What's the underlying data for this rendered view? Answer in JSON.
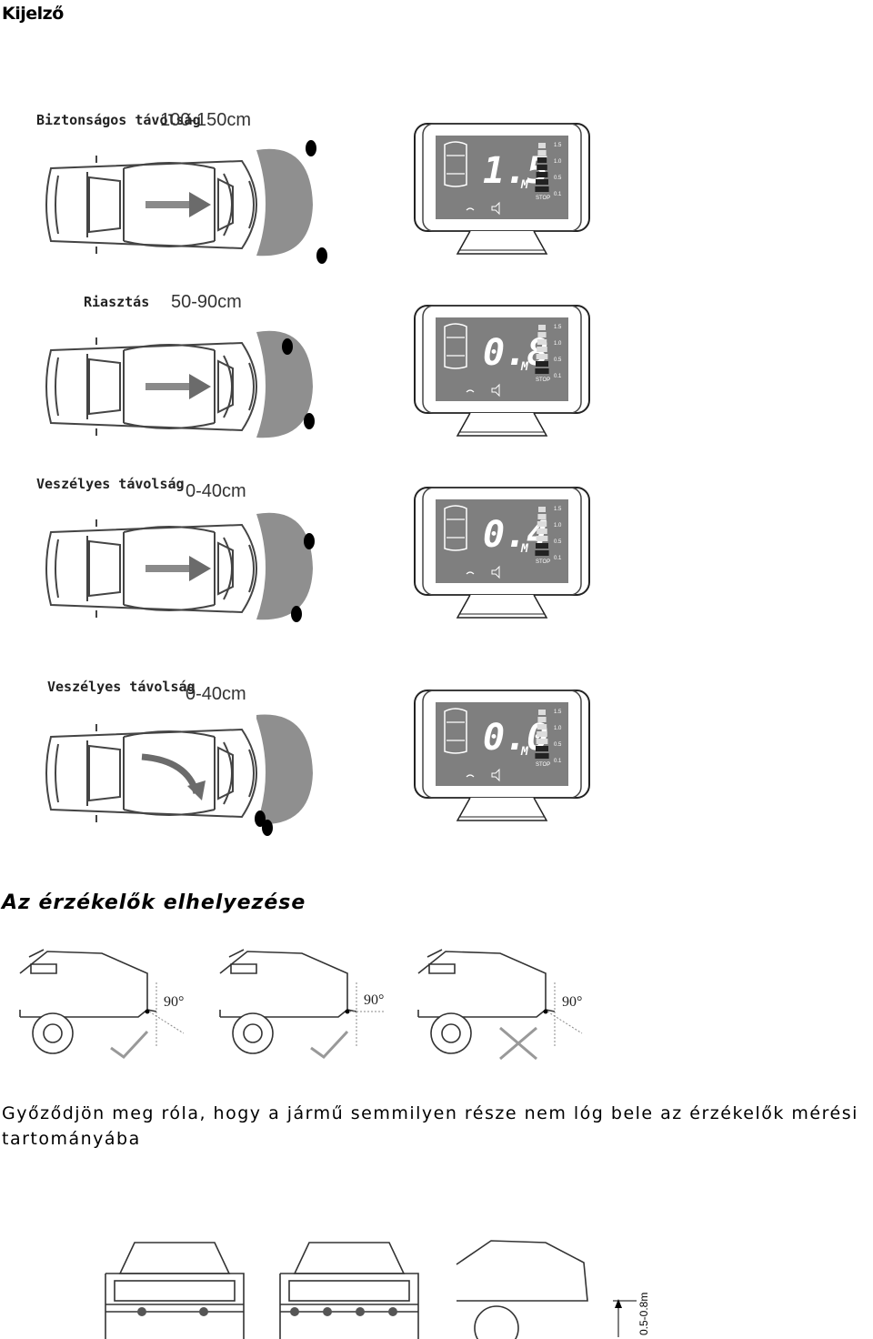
{
  "heading_display": "Kijelző",
  "scenes": [
    {
      "label": "Biztonságos távolság",
      "range": "100-150cm",
      "reading": "1.5",
      "unit": "M",
      "arrow": "straight"
    },
    {
      "label": "Riasztás",
      "range": "50-90cm",
      "reading": "0.8",
      "unit": "M",
      "arrow": "straight"
    },
    {
      "label": "Veszélyes távolság",
      "range": "0-40cm",
      "reading": "0.4",
      "unit": "M",
      "arrow": "straight"
    },
    {
      "label": "Veszélyes távolság",
      "range": "0-40cm",
      "reading": "0.0",
      "unit": "M",
      "arrow": "curved"
    }
  ],
  "bar_ticks": [
    "1.5",
    "1.0",
    "0.5",
    "0.1"
  ],
  "stop_label": "STOP",
  "heading_placement": "Az érzékelők elhelyezése",
  "angle_labels": [
    "90°",
    "90°",
    "90°"
  ],
  "instruction": "Győződjön meg róla, hogy a jármű semmilyen része nem lóg bele az érzékelők mérési tartományába",
  "height_label": "0.5-0.8m",
  "colors": {
    "lcd_bg": "#7f7f7f",
    "obstacle": "#8f8f8f",
    "ink": "#000000"
  }
}
